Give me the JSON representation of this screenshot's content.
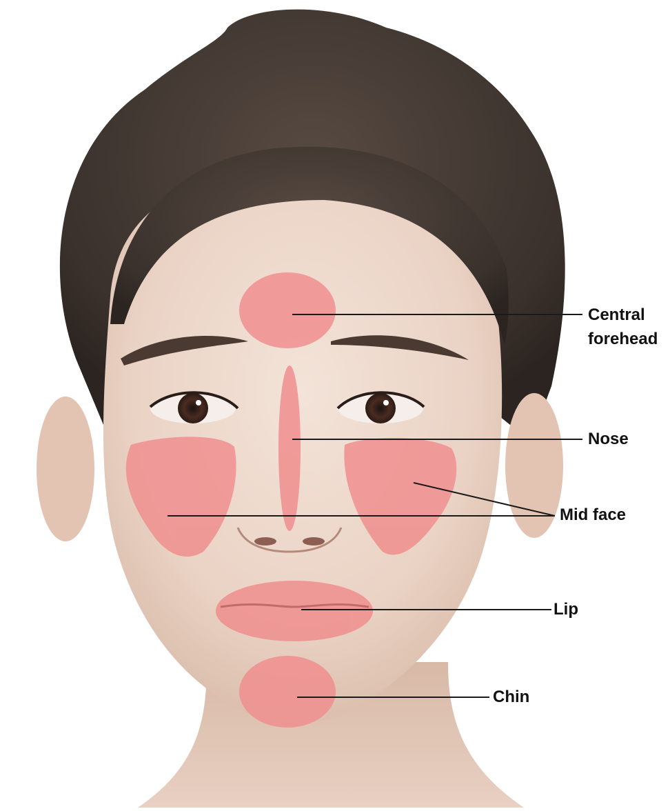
{
  "figure": {
    "subject": "face-front-portrait",
    "colors": {
      "background": "#ffffff",
      "skin": "#ecd6c9",
      "hair": "#3a312c",
      "zone_fill": "#f08f8f",
      "leader_line": "#1a1a1a",
      "label_text": "#111111"
    }
  },
  "labels": {
    "central_forehead_line1": "Central",
    "central_forehead_line2": "forehead",
    "nose": "Nose",
    "mid_face": "Mid face",
    "lip": "Lip",
    "chin": "Chin"
  }
}
